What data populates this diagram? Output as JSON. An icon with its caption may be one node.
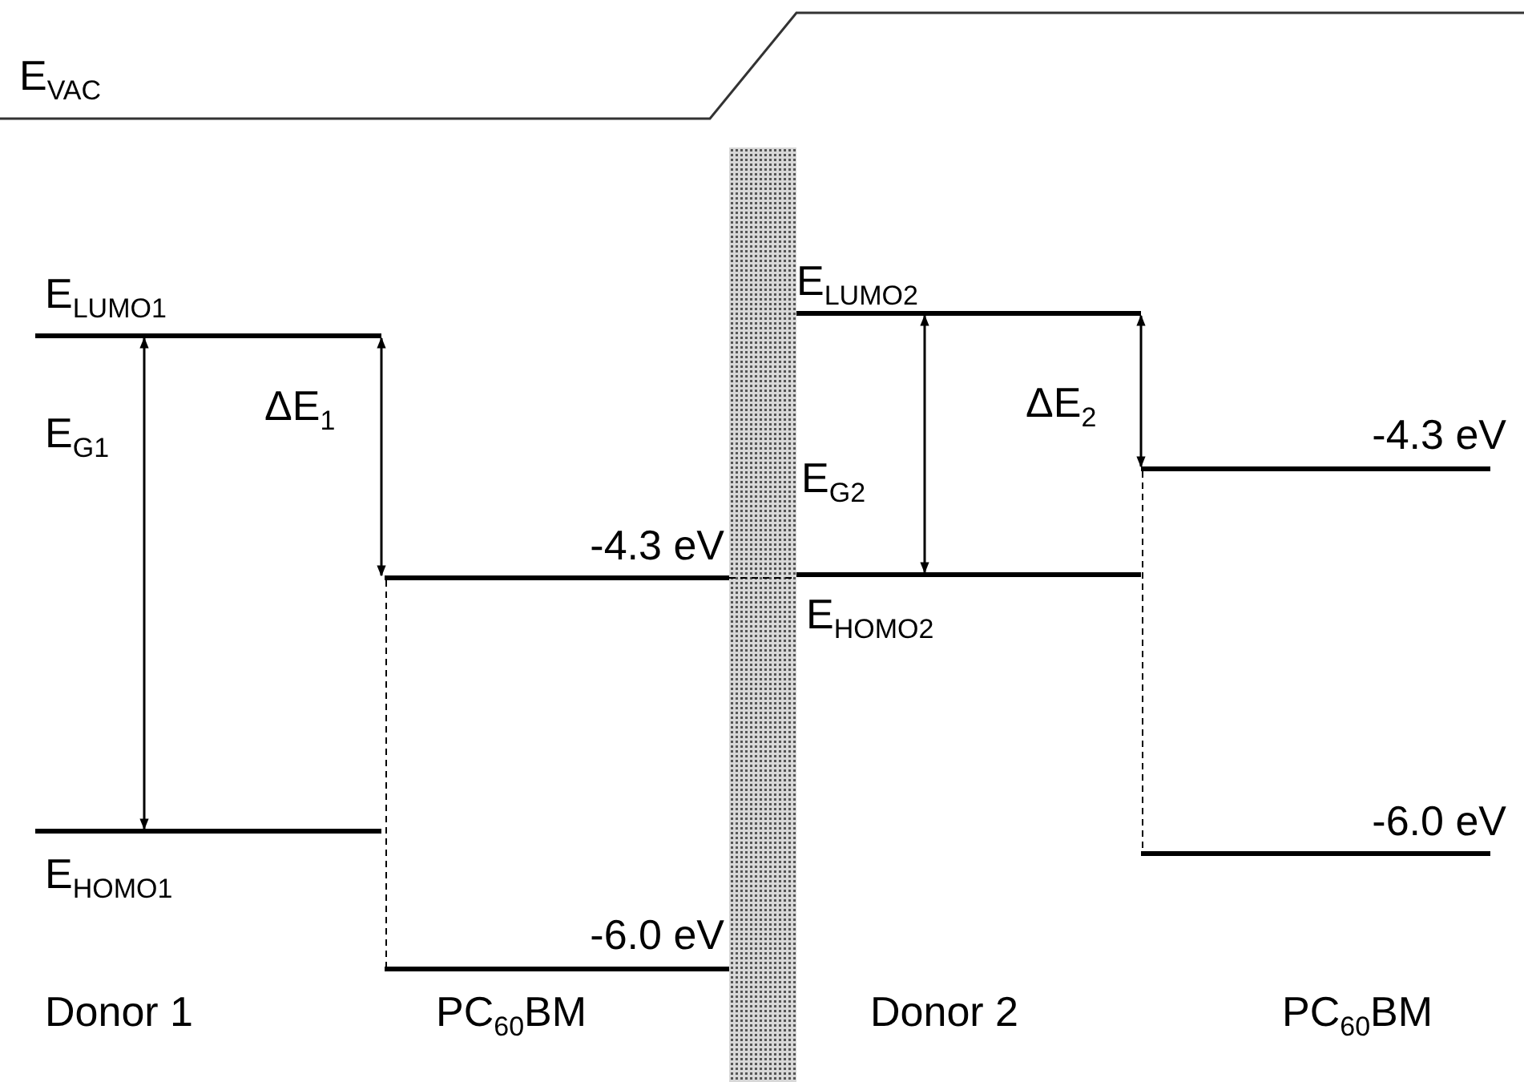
{
  "diagram": {
    "nodes": [
      {
        "text": [],
        "shape": "bar",
        "beside": [
          "E$_{LUMO1}$"
        ]
      },
      {
        "text": [],
        "shape": "bar",
        "beside": [
          "E$_{HOMO1}$"
        ]
      },
      {
        "text": [],
        "shape": "bar",
        "beside": [
          "-4.3 eV"
        ]
      },
      {
        "text": [],
        "shape": "bar",
        "beside": [
          "-6.0 eV"
        ]
      },
      {
        "text": [],
        "shape": "bar",
        "beside": [
          "E$_{LUMO2}$"
        ]
      },
      {
        "text": [],
        "shape": "bar",
        "beside": [
          "E$_{HOMO2}$"
        ]
      },
      {
        "text": [],
        "shape": "bar",
        "beside": [
          "-4.3 eV"
        ]
      },
      {
        "text": [],
        "shape": "bar",
        "beside": [
          "-6.0 eV"
        ]
      }
    ],
    "edges": [
      {
        "from": 0,
        "to": 1,
        "arrow": "both",
        "label": "E$_{G1}$"
      },
      {
        "from": 0,
        "to": 2,
        "arrow": "both",
        "label": "ΔE$_{1}$"
      },
      {
        "from": 2,
        "to": 3,
        "arrow": "none",
        "style": "dashed"
      },
      {
        "from": 2,
        "to": 5,
        "arrow": "none",
        "style": "dashed"
      },
      {
        "from": 4,
        "to": 5,
        "arrow": "both",
        "label": "E$_{G2}$"
      },
      {
        "from": 4,
        "to": 6,
        "arrow": "both",
        "label": "ΔE$_{2}$"
      },
      {
        "from": 6,
        "to": 7,
        "arrow": "none",
        "style": "dashed"
      }
    ],
    "labels": [
      "E$_{VAC}$",
      "Donor 1",
      "PC$_{60}$BM",
      "Donor 2",
      "PC$_{60}$BM"
    ]
  }
}
